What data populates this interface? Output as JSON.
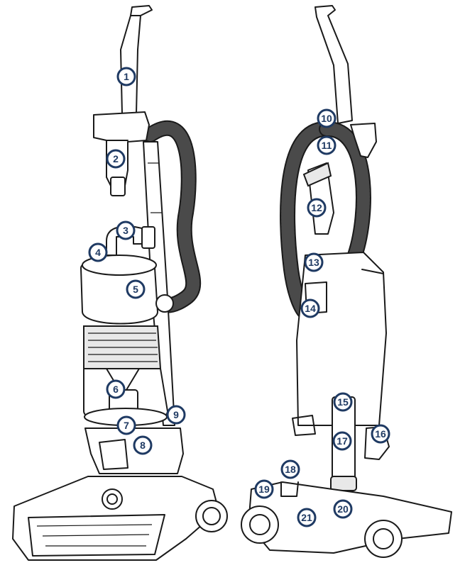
{
  "callouts": {
    "c1": "1",
    "c2": "2",
    "c3": "3",
    "c4": "4",
    "c5": "5",
    "c6": "6",
    "c7": "7",
    "c8": "8",
    "c9": "9",
    "c10": "10",
    "c11": "11",
    "c12": "12",
    "c13": "13",
    "c14": "14",
    "c15": "15",
    "c16": "16",
    "c17": "17",
    "c18": "18",
    "c19": "19",
    "c20": "20",
    "c21": "21"
  },
  "colors": {
    "callout_ring": "#1f3a63",
    "line": "#1a1a1a",
    "background": "#ffffff"
  }
}
